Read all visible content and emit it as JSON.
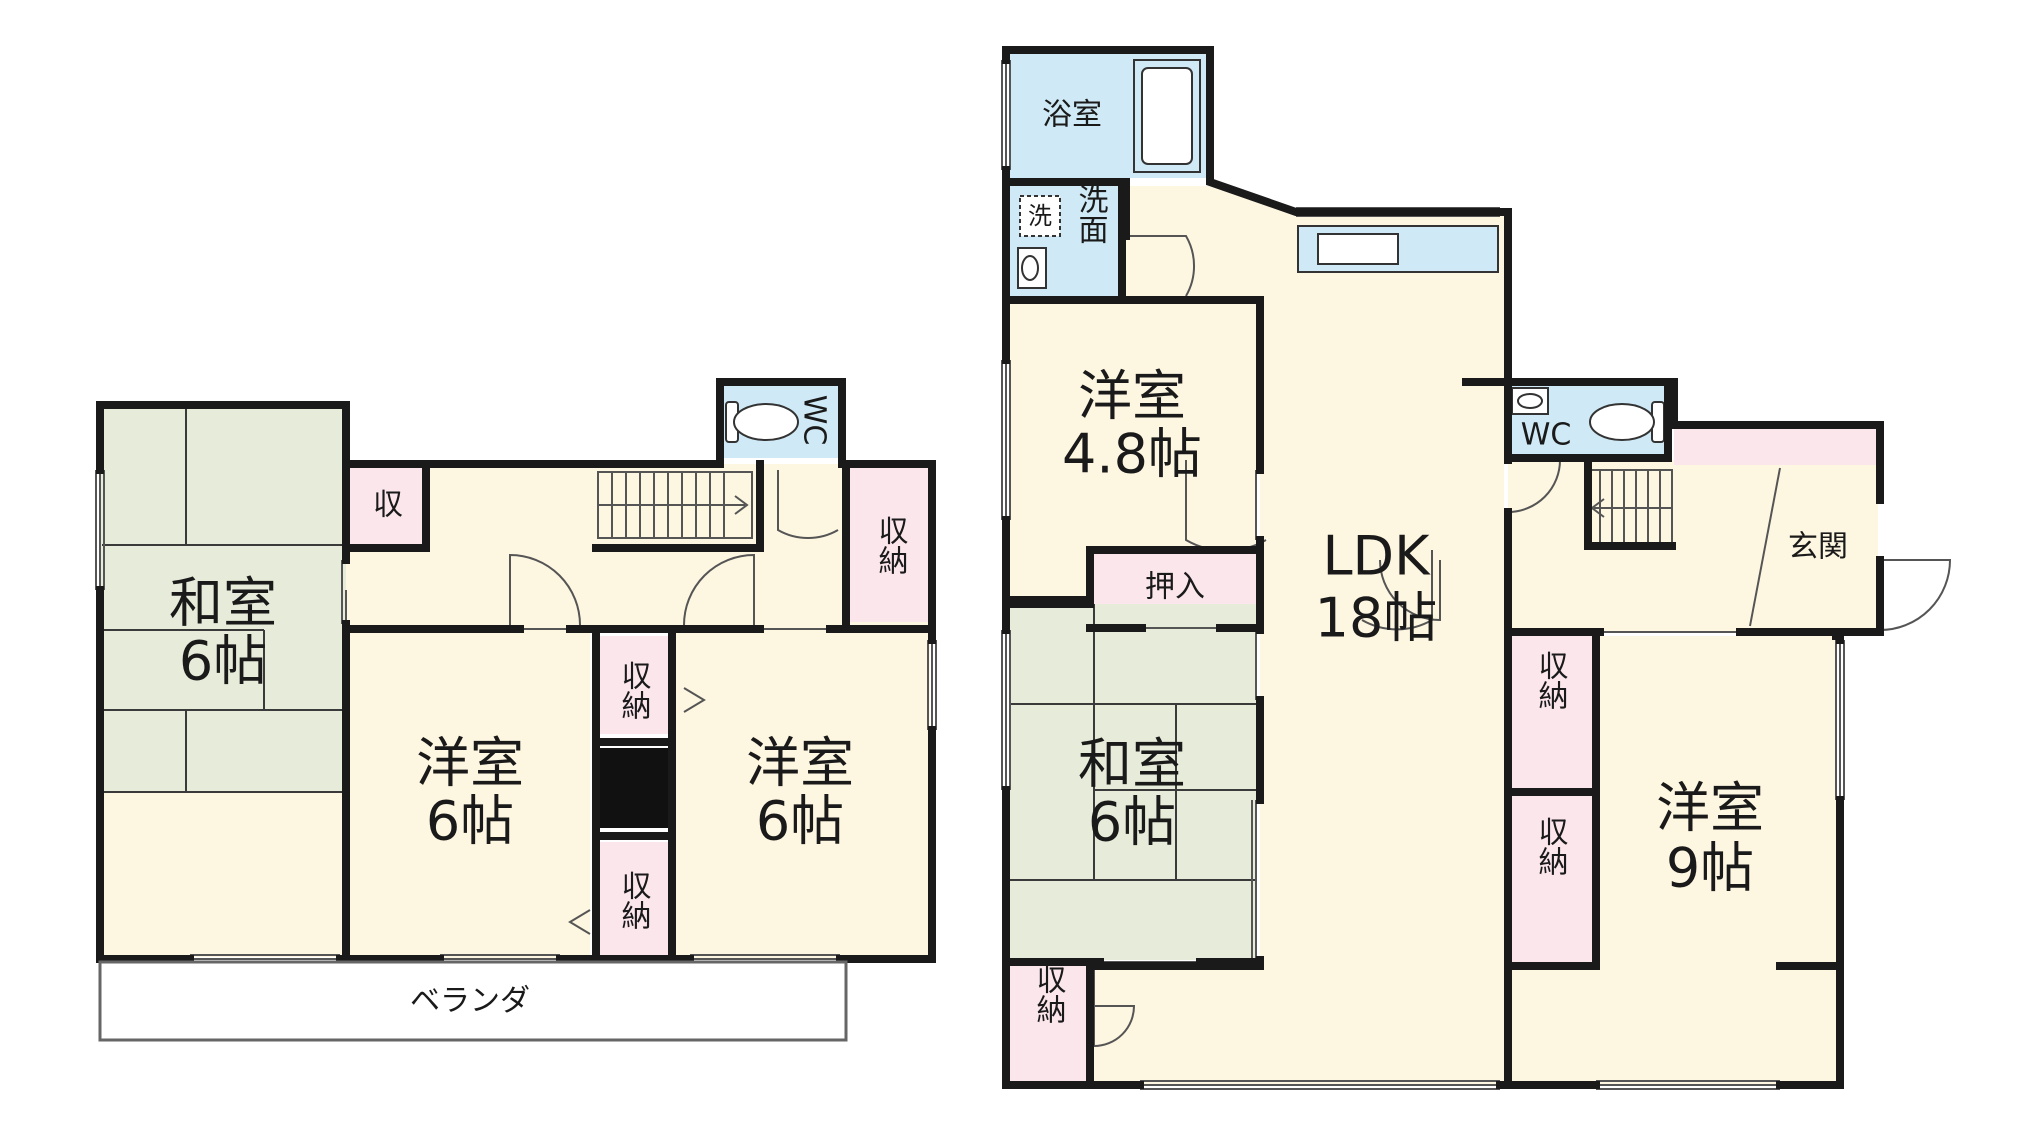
{
  "colors": {
    "wood_floor": "#fdf6e1",
    "tatami": "#e6ecd9",
    "storage": "#fbe6ec",
    "water": "#cfeaf6",
    "wall": "#1a1a1a",
    "window": "#666666"
  },
  "floor2": {
    "washitsu": {
      "name": "和室",
      "size": "6帖"
    },
    "yoshitsu_a": {
      "name": "洋室",
      "size": "6帖"
    },
    "yoshitsu_b": {
      "name": "洋室",
      "size": "6帖"
    },
    "shu": "収",
    "shuno_hall": "収納",
    "shuno_mid_top": "収納",
    "shuno_mid_bottom": "収納",
    "wc": "WC",
    "veranda": "ベランダ"
  },
  "floor1": {
    "bath": "浴室",
    "washer": "洗",
    "senmen": "洗面",
    "yoshitsu_small": {
      "name": "洋室",
      "size": "4.8帖"
    },
    "oshiire": "押入",
    "washitsu": {
      "name": "和室",
      "size": "6帖"
    },
    "shuno_bl": "収納",
    "ldk": {
      "name": "LDK",
      "size": "18帖"
    },
    "wc": "WC",
    "genkan": "玄関",
    "shuno_r1": "収納",
    "shuno_r2": "収納",
    "yoshitsu_large": {
      "name": "洋室",
      "size": "9帖"
    }
  }
}
